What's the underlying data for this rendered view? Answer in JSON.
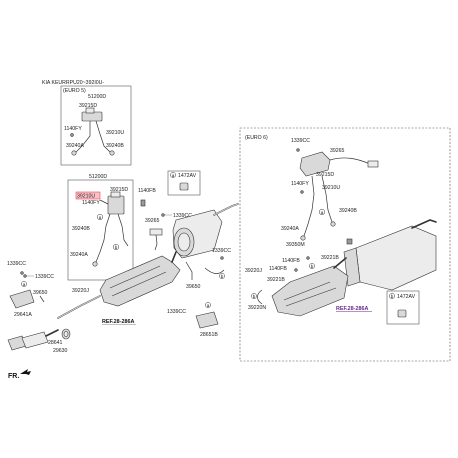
{
  "header": {
    "model": "KIA KEURRPU20~392I0U-"
  },
  "frames": {
    "euro5": {
      "title": "(EURO 5)"
    },
    "euro6": {
      "title": "(EURO 6)"
    }
  },
  "parts": {
    "p51200d_a": "51200D",
    "p39215d_a": "39215D",
    "p1140fy_a": "1140FY",
    "p39210u_a": "39210U",
    "p39240a_a": "39240A",
    "p39240b_a": "39240B",
    "p51200d_b": "51200D",
    "p39210u_b": "39210U",
    "p39215d_b": "39215D",
    "p1140fy_b": "1140FY",
    "p1140fb_a": "1140FB",
    "p39240b_b": "39240B",
    "p39240a_b": "39240A",
    "p39265_a": "39265",
    "p1339cc_a": "1339CC",
    "p1339cc_b": "1339CC",
    "p1339cc_c": "1339CC",
    "p1339cc_d": "1339CC",
    "p1339cc_e": "1339CC",
    "p39650_a": "39650",
    "p29641a": "29641A",
    "p39220j_a": "39220J",
    "p39650_b": "39650",
    "p28641": "28641",
    "p29630": "29630",
    "p28651b": "28651B",
    "p1339cc_f": "1339CC",
    "p39265_b": "39265",
    "p39215d_c": "39215D",
    "p1140fy_c": "1140FY",
    "p39210u_c": "39210U",
    "p39240b_c": "39240B",
    "p39240a_c": "39240A",
    "p39350m": "39350M",
    "p39220j_b": "39220J",
    "p1140fb_b": "1140FB",
    "p1140fb_c": "1140FB",
    "p39221b_a": "39221B",
    "p39221b_b": "39221B",
    "p39220n": "39220N"
  },
  "callouts": {
    "a_label": "a",
    "b_label": "b",
    "box_a_part": "1472AV",
    "box_b_part": "1472AV"
  },
  "refs": {
    "ref_left": "REF.28-286A",
    "ref_right": "REF.28-286A"
  },
  "direction": {
    "fr": "FR."
  }
}
